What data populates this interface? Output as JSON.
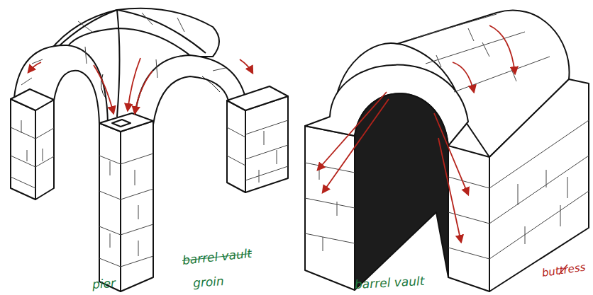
{
  "diagram": {
    "labels": [
      "pier",
      "barrel vault",
      "groin",
      "barrel vault",
      "buttress"
    ]
  }
}
